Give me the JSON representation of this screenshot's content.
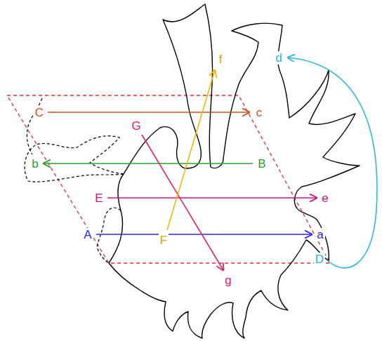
{
  "diagram": {
    "labels": [
      "f",
      "d",
      "C",
      "c",
      "G",
      "B",
      "b",
      "E",
      "e",
      "F",
      "A",
      "a",
      "D",
      "g"
    ]
  }
}
